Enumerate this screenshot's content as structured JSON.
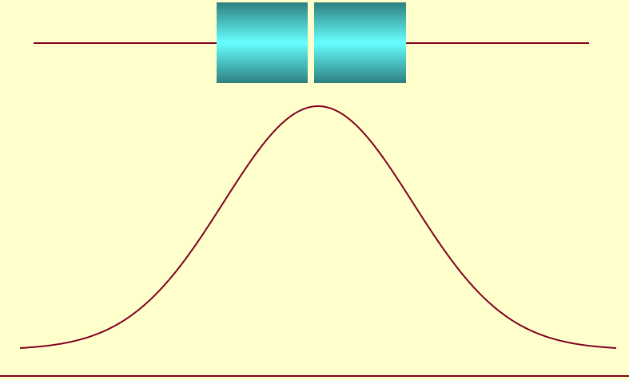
{
  "colors": {
    "background": "#FFFFCC",
    "line": "#800020",
    "block_mid": "#66FFFF",
    "block_edge": "#2E7F7F"
  },
  "diagram": {
    "blocks": [
      {
        "id": "block-left"
      },
      {
        "id": "block-right"
      }
    ],
    "curve": {
      "shape": "gaussian"
    }
  }
}
